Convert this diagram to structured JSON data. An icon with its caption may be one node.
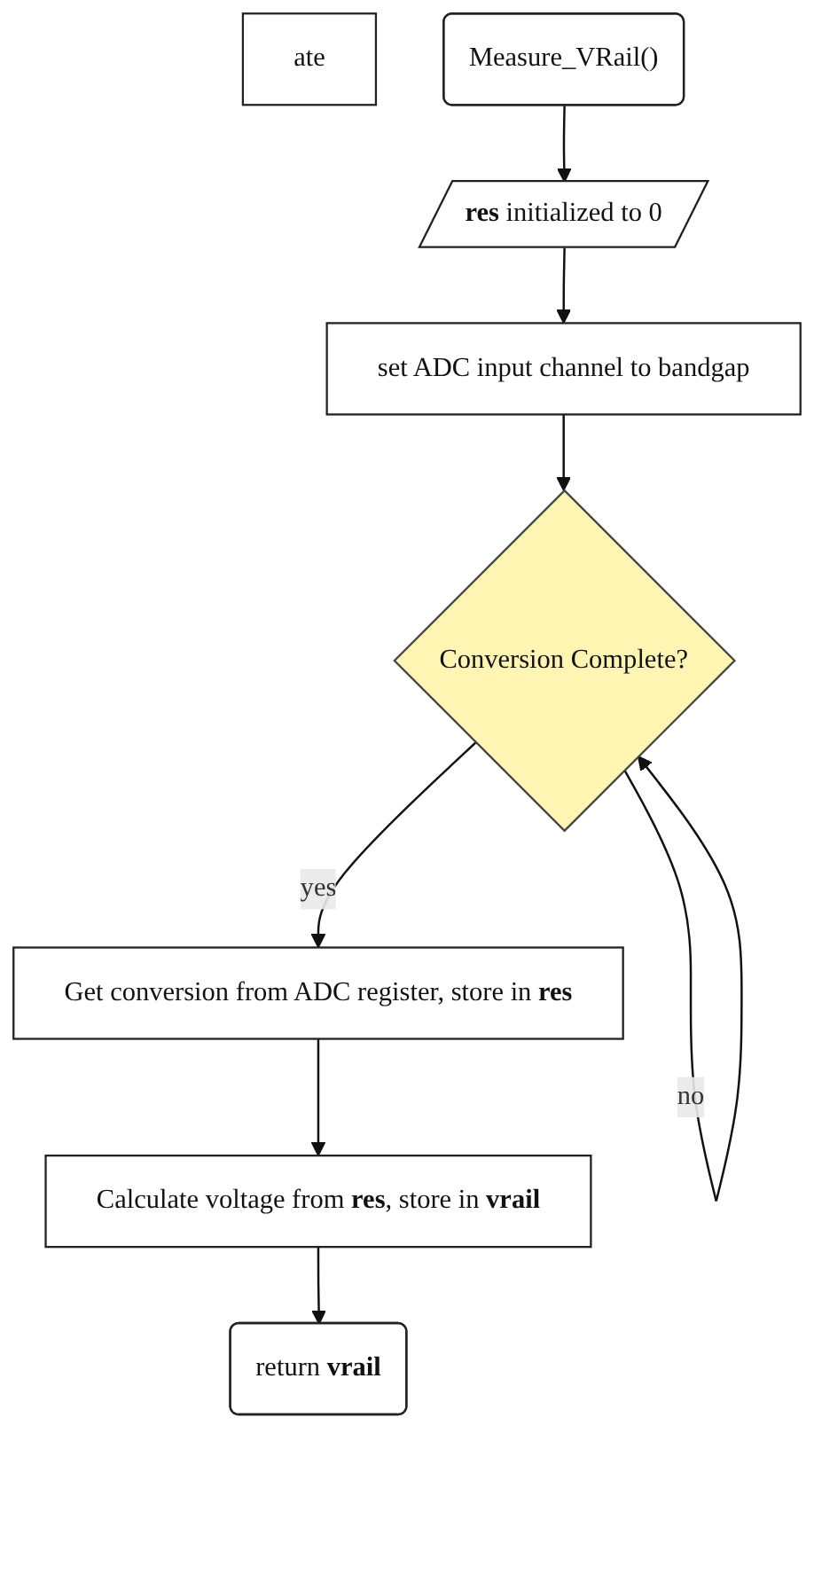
{
  "diagram": {
    "nodes": [
      {
        "text": [
          "ate"
        ]
      },
      {
        "text": [
          "Measure_VRail()"
        ]
      },
      {
        "text": [
          "**res** initialized to 0"
        ]
      },
      {
        "text": [
          "set ADC input channel to bandgap"
        ]
      },
      {
        "text": [
          "Conversion Complete?"
        ]
      },
      {
        "text": [
          "Get conversion from ADC register, store in **res**"
        ]
      },
      {
        "text": [
          "Calculate voltage from **res**, store in **vrail**"
        ]
      },
      {
        "text": [
          "return **vrail**"
        ]
      }
    ],
    "edges": [
      {
        "from": 1,
        "to": 2,
        "arrow": "to"
      },
      {
        "from": 2,
        "to": 3,
        "arrow": "to"
      },
      {
        "from": 3,
        "to": 4,
        "arrow": "to"
      },
      {
        "from": 4,
        "to": 4,
        "arrow": "to",
        "label": "no"
      },
      {
        "from": 4,
        "to": 5,
        "arrow": "to",
        "label": "yes"
      },
      {
        "from": 5,
        "to": 6,
        "arrow": "to"
      },
      {
        "from": 6,
        "to": 7,
        "arrow": "to"
      }
    ]
  }
}
